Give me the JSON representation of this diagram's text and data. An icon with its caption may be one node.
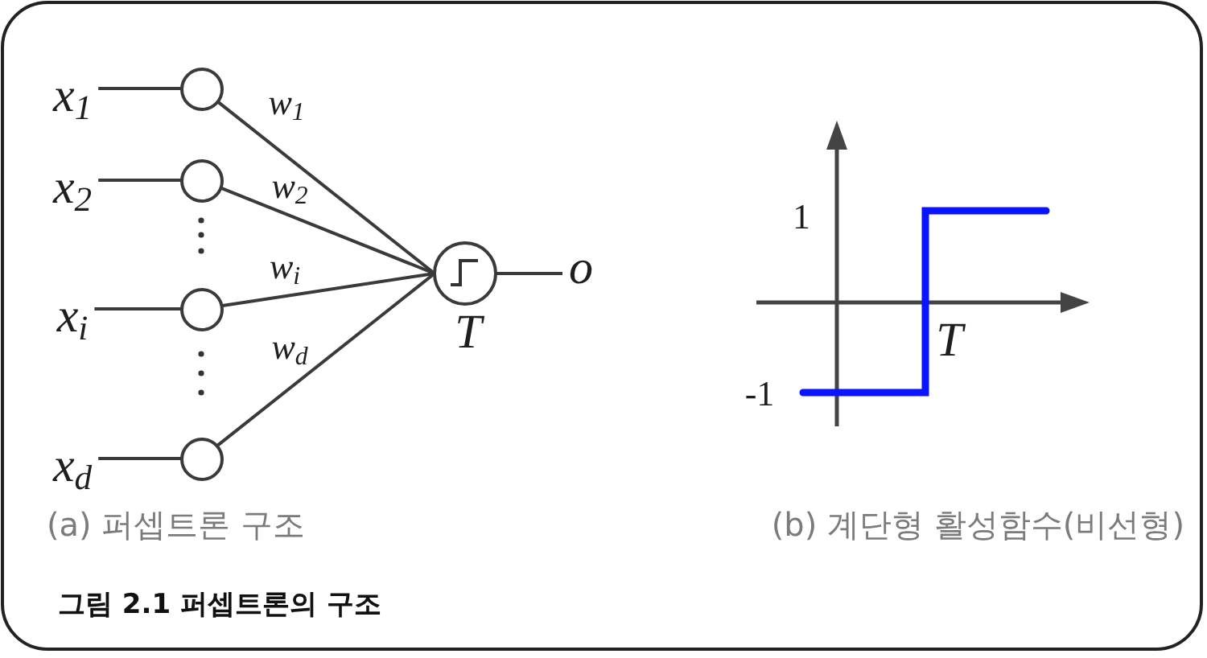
{
  "diagram": {
    "caption": "그림 2.1 퍼셉트론의 구조",
    "nodes": [
      {
        "text": [
          "x$_{1}$"
        ]
      },
      {
        "text": [
          "x$_{2}$"
        ]
      },
      {
        "text": [
          "x$_{i}$"
        ]
      },
      {
        "text": [
          "x$_{d}$"
        ]
      },
      {
        "text": [],
        "shape": "circle"
      },
      {
        "text": [],
        "shape": "circle"
      },
      {
        "text": [],
        "shape": "circle"
      },
      {
        "text": [],
        "shape": "circle"
      },
      {
        "text": [],
        "shape": "circle",
        "beside": [
          "T"
        ]
      },
      {
        "text": [
          "o"
        ]
      }
    ],
    "edges": [
      {
        "from": 0,
        "to": 4,
        "arrow": "none"
      },
      {
        "from": 1,
        "to": 5,
        "arrow": "none"
      },
      {
        "from": 2,
        "to": 6,
        "arrow": "none"
      },
      {
        "from": 3,
        "to": 7,
        "arrow": "none"
      },
      {
        "from": 4,
        "to": 8,
        "arrow": "none",
        "label": "w$_{1}$"
      },
      {
        "from": 5,
        "to": 8,
        "arrow": "none",
        "label": "w$_{2}$"
      },
      {
        "from": 6,
        "to": 8,
        "arrow": "none",
        "label": "w$_{i}$"
      },
      {
        "from": 7,
        "to": 8,
        "arrow": "none",
        "label": "w$_{d}$"
      },
      {
        "from": 8,
        "to": 9,
        "arrow": "none"
      }
    ],
    "labels": [
      "1",
      "T",
      "-1",
      "(a) 퍼셉트론 구조",
      "(b) 계단형 활성함수(비선형)"
    ]
  }
}
